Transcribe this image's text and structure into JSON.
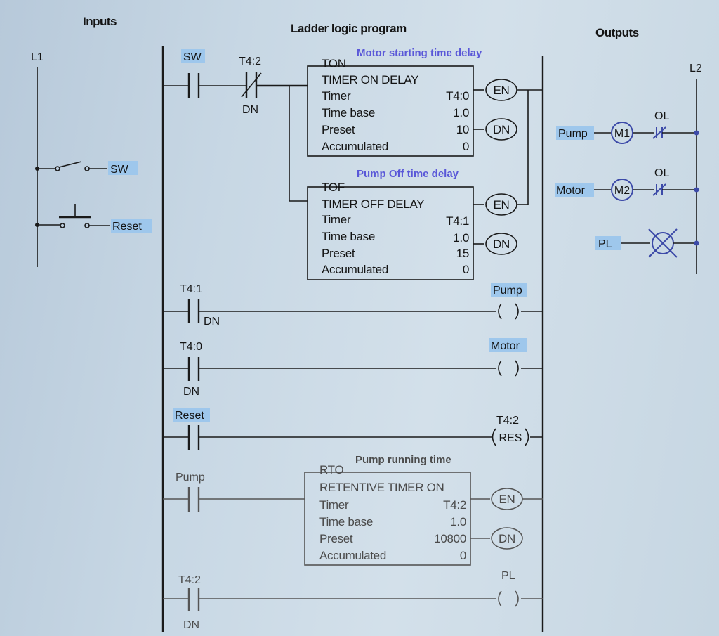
{
  "headers": {
    "inputs": "Inputs",
    "program": "Ladder logic program",
    "outputs": "Outputs"
  },
  "rails": {
    "left": "L1",
    "right": "L2"
  },
  "inputs": {
    "sw": "SW",
    "reset": "Reset"
  },
  "outputs": {
    "pump": "Pump",
    "m1": "M1",
    "motor": "Motor",
    "m2": "M2",
    "ol1": "OL",
    "ol2": "OL",
    "pl": "PL"
  },
  "rung1": {
    "contact1": "SW",
    "contact2": "T4:2",
    "contact2_sub": "DN",
    "caption": "Motor starting time delay"
  },
  "ton": {
    "type": "TON",
    "title": "TIMER ON DELAY",
    "timer_label": "Timer",
    "timer_value": "T4:0",
    "timebase_label": "Time base",
    "timebase_value": "1.0",
    "preset_label": "Preset",
    "preset_value": "10",
    "accum_label": "Accumulated",
    "accum_value": "0",
    "en": "EN",
    "dn": "DN"
  },
  "tof": {
    "caption": "Pump Off time delay",
    "type": "TOF",
    "title": "TIMER OFF DELAY",
    "timer_label": "Timer",
    "timer_value": "T4:1",
    "timebase_label": "Time base",
    "timebase_value": "1.0",
    "preset_label": "Preset",
    "preset_value": "15",
    "accum_label": "Accumulated",
    "accum_value": "0",
    "en": "EN",
    "dn": "DN"
  },
  "rung3": {
    "contact": "T4:1",
    "contact_sub": "DN",
    "coil": "Pump"
  },
  "rung4": {
    "contact": "T4:0",
    "contact_sub": "DN",
    "coil": "Motor"
  },
  "rung5": {
    "contact": "Reset",
    "coil_addr": "T4:2",
    "coil": "RES"
  },
  "rto": {
    "contact": "Pump",
    "caption": "Pump running time",
    "type": "RTO",
    "title": "RETENTIVE TIMER ON",
    "timer_label": "Timer",
    "timer_value": "T4:2",
    "timebase_label": "Time base",
    "timebase_value": "1.0",
    "preset_label": "Preset",
    "preset_value": "10800",
    "accum_label": "Accumulated",
    "accum_value": "0",
    "en": "EN",
    "dn": "DN"
  },
  "rung7": {
    "contact": "T4:2",
    "contact_sub": "DN",
    "coil": "PL"
  }
}
